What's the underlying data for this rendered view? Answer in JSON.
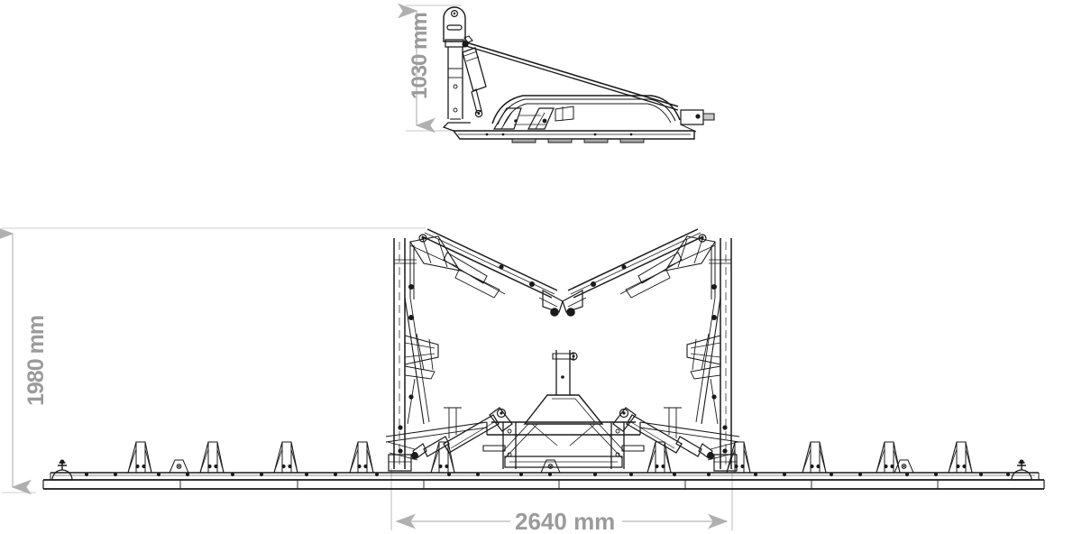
{
  "drawing": {
    "title": "Folding implement technical drawing",
    "type": "engineering-dimensioned-drawing",
    "units": "mm",
    "line_color": "#1a1a1a",
    "dimension_color": "#9b9b9b",
    "extension_line_color": "#cfcfcf",
    "background": "#ffffff",
    "views": [
      {
        "name": "side-view",
        "position": "top",
        "description": "Side elevation of the machine with lift mast, hydraulic cylinder, tension stay bar and deck"
      },
      {
        "name": "front-view",
        "position": "bottom",
        "description": "Front elevation with folded-up wing arms, centre hitch frame, lower tool bar with triangular brackets"
      }
    ]
  },
  "dimensions": {
    "height_side": {
      "value": "1030",
      "unit": "mm",
      "label": "1030 mm",
      "orientation": "vertical",
      "view": "side-view"
    },
    "height_front": {
      "value": "1980",
      "unit": "mm",
      "label": "1980 mm",
      "orientation": "vertical",
      "view": "front-view"
    },
    "width_front": {
      "value": "2640",
      "unit": "mm",
      "label": "2640 mm",
      "orientation": "horizontal",
      "view": "front-view"
    }
  }
}
